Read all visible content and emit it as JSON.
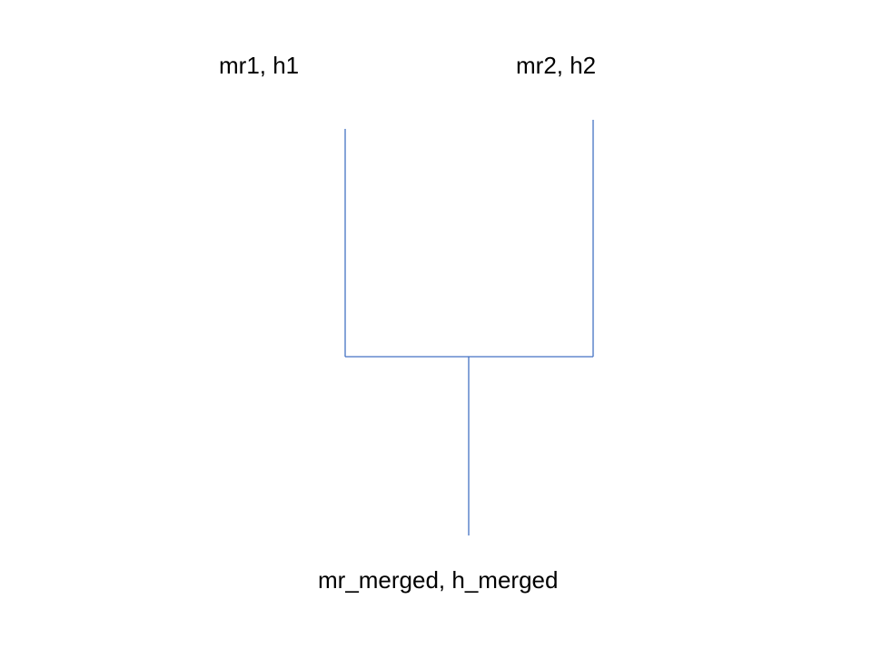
{
  "nodes": {
    "left": "mr1, h1",
    "right": "mr2, h2",
    "merged": "mr_merged, h_merged"
  },
  "colors": {
    "line": "#4472c4",
    "text": "#000000",
    "background": "#ffffff"
  }
}
